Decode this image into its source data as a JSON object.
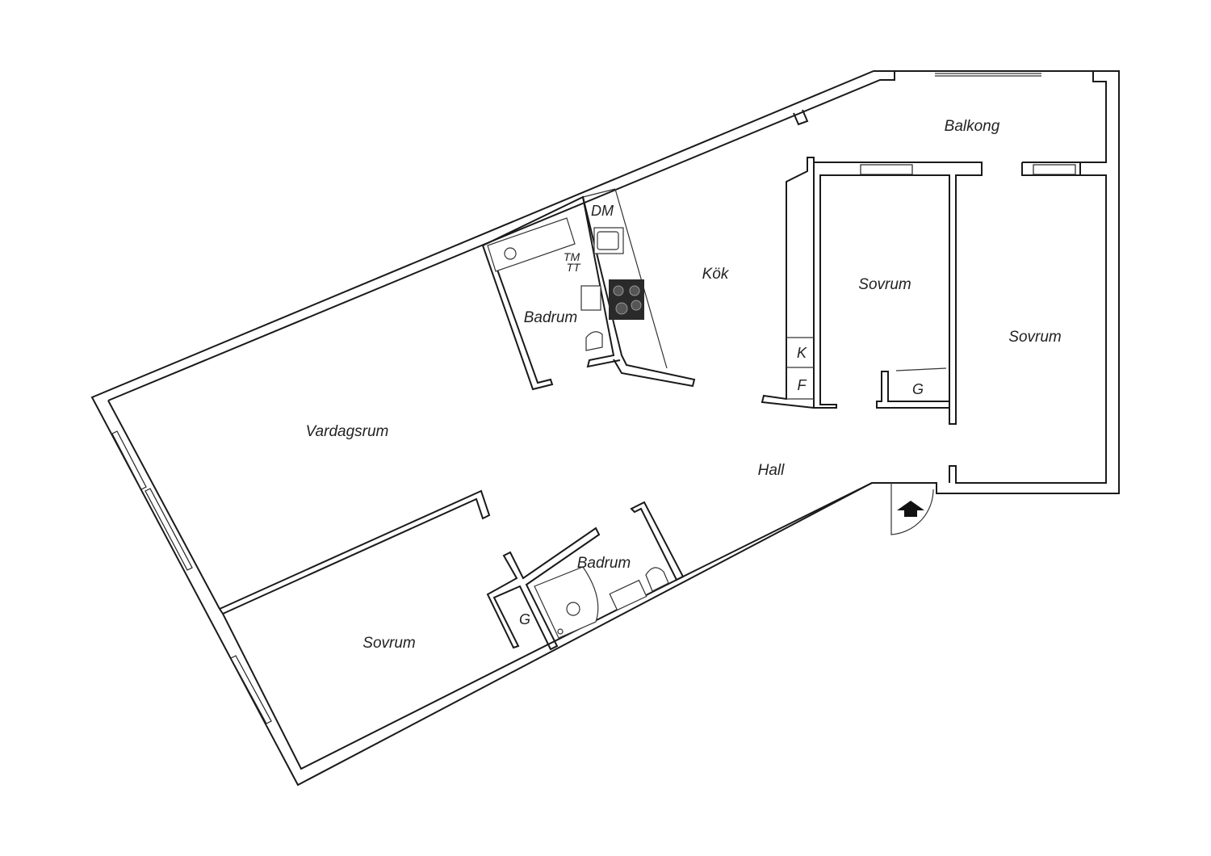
{
  "rooms": {
    "balkong": "Balkong",
    "kok": "Kök",
    "sovrum_mid": "Sovrum",
    "sovrum_right": "Sovrum",
    "badrum_top": "Badrum",
    "vardagsrum": "Vardagsrum",
    "hall": "Hall",
    "badrum_bottom": "Badrum",
    "sovrum_bottom": "Sovrum"
  },
  "marks": {
    "dm": "DM",
    "tm": "TM",
    "tt": "TT",
    "k": "K",
    "f": "F",
    "g_right": "G",
    "g_left": "G"
  },
  "icons": {
    "entrance": "entrance-arrow-icon"
  }
}
